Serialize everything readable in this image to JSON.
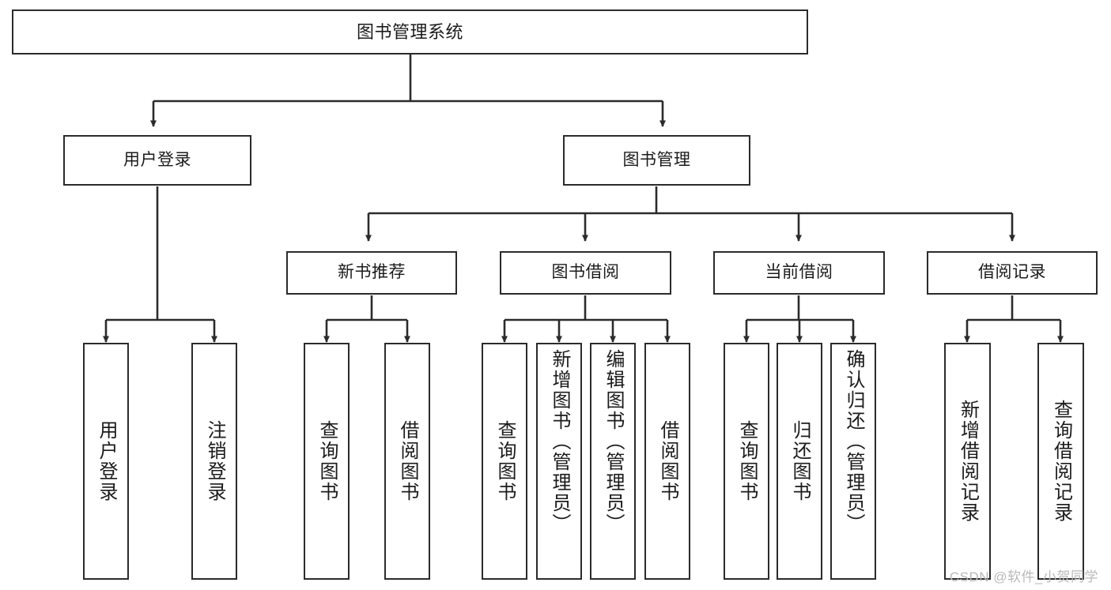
{
  "diagram": {
    "type": "tree",
    "title": "图书管理系统",
    "root": {
      "id": "root",
      "label": "图书管理系统"
    },
    "level1": [
      {
        "id": "user-login",
        "label": "用户登录"
      },
      {
        "id": "book-manage",
        "label": "图书管理"
      }
    ],
    "level2": [
      {
        "id": "new-book-recommend",
        "label": "新书推荐"
      },
      {
        "id": "book-borrow",
        "label": "图书借阅"
      },
      {
        "id": "current-borrow",
        "label": "当前借阅"
      },
      {
        "id": "borrow-record",
        "label": "借阅记录"
      }
    ],
    "leaves": {
      "user_login": [
        {
          "id": "leaf-user-login",
          "label": "用户登录"
        },
        {
          "id": "leaf-logout-login",
          "label": "注销登录"
        }
      ],
      "new_book_recommend": [
        {
          "id": "leaf-query-book-1",
          "label": "查询图书"
        },
        {
          "id": "leaf-borrow-book-1",
          "label": "借阅图书"
        }
      ],
      "book_borrow": [
        {
          "id": "leaf-query-book-2",
          "label": "查询图书"
        },
        {
          "id": "leaf-add-book",
          "label": "新增图书（管理员）"
        },
        {
          "id": "leaf-edit-book",
          "label": "编辑图书（管理员）"
        },
        {
          "id": "leaf-borrow-book-2",
          "label": "借阅图书"
        }
      ],
      "current_borrow": [
        {
          "id": "leaf-query-book-3",
          "label": "查询图书"
        },
        {
          "id": "leaf-return-book",
          "label": "归还图书"
        },
        {
          "id": "leaf-confirm-return",
          "label": "确认归还（管理员）"
        }
      ],
      "borrow_record": [
        {
          "id": "leaf-add-borrow-record",
          "label": "新增借阅记录"
        },
        {
          "id": "leaf-query-borrow-record",
          "label": "查询借阅记录"
        }
      ]
    }
  },
  "watermark": {
    "text": "CSDN @软件_小贺同学"
  },
  "colors": {
    "stroke": "#2b2b2b",
    "background": "#ffffff",
    "text": "#1b1b1b",
    "watermark": "#b9b9b9"
  }
}
